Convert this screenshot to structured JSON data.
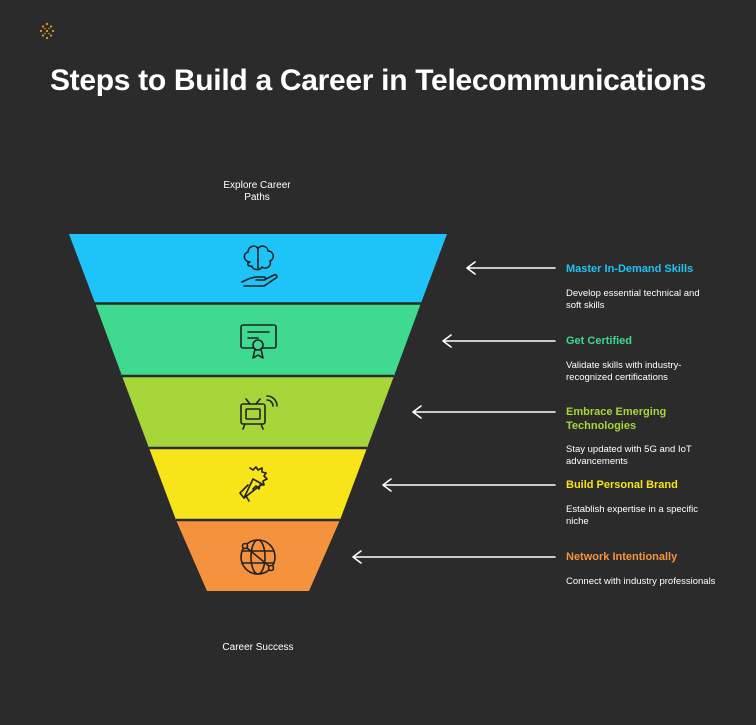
{
  "title": "Steps to Build a Career in Telecommunications",
  "top_label": "Explore Career Paths",
  "bottom_label": "Career Success",
  "steps": [
    {
      "title": "Master In-Demand Skills",
      "description": "Develop essential technical and soft skills",
      "color": "#1ec3f7",
      "icon": "brain-hand-icon"
    },
    {
      "title": "Get Certified",
      "description": "Validate skills with industry-recognized certifications",
      "color": "#3fd98f",
      "icon": "certificate-icon"
    },
    {
      "title": "Embrace Emerging Technologies",
      "description": "Stay updated with 5G and IoT advancements",
      "color": "#a6d63a",
      "icon": "tv-signal-icon"
    },
    {
      "title": "Build Personal Brand",
      "description": "Establish expertise in a specific niche",
      "color": "#f7e419",
      "icon": "megaphone-icon"
    },
    {
      "title": "Network Intentionally",
      "description": "Connect with industry professionals",
      "color": "#f5923e",
      "icon": "network-globe-icon"
    }
  ]
}
